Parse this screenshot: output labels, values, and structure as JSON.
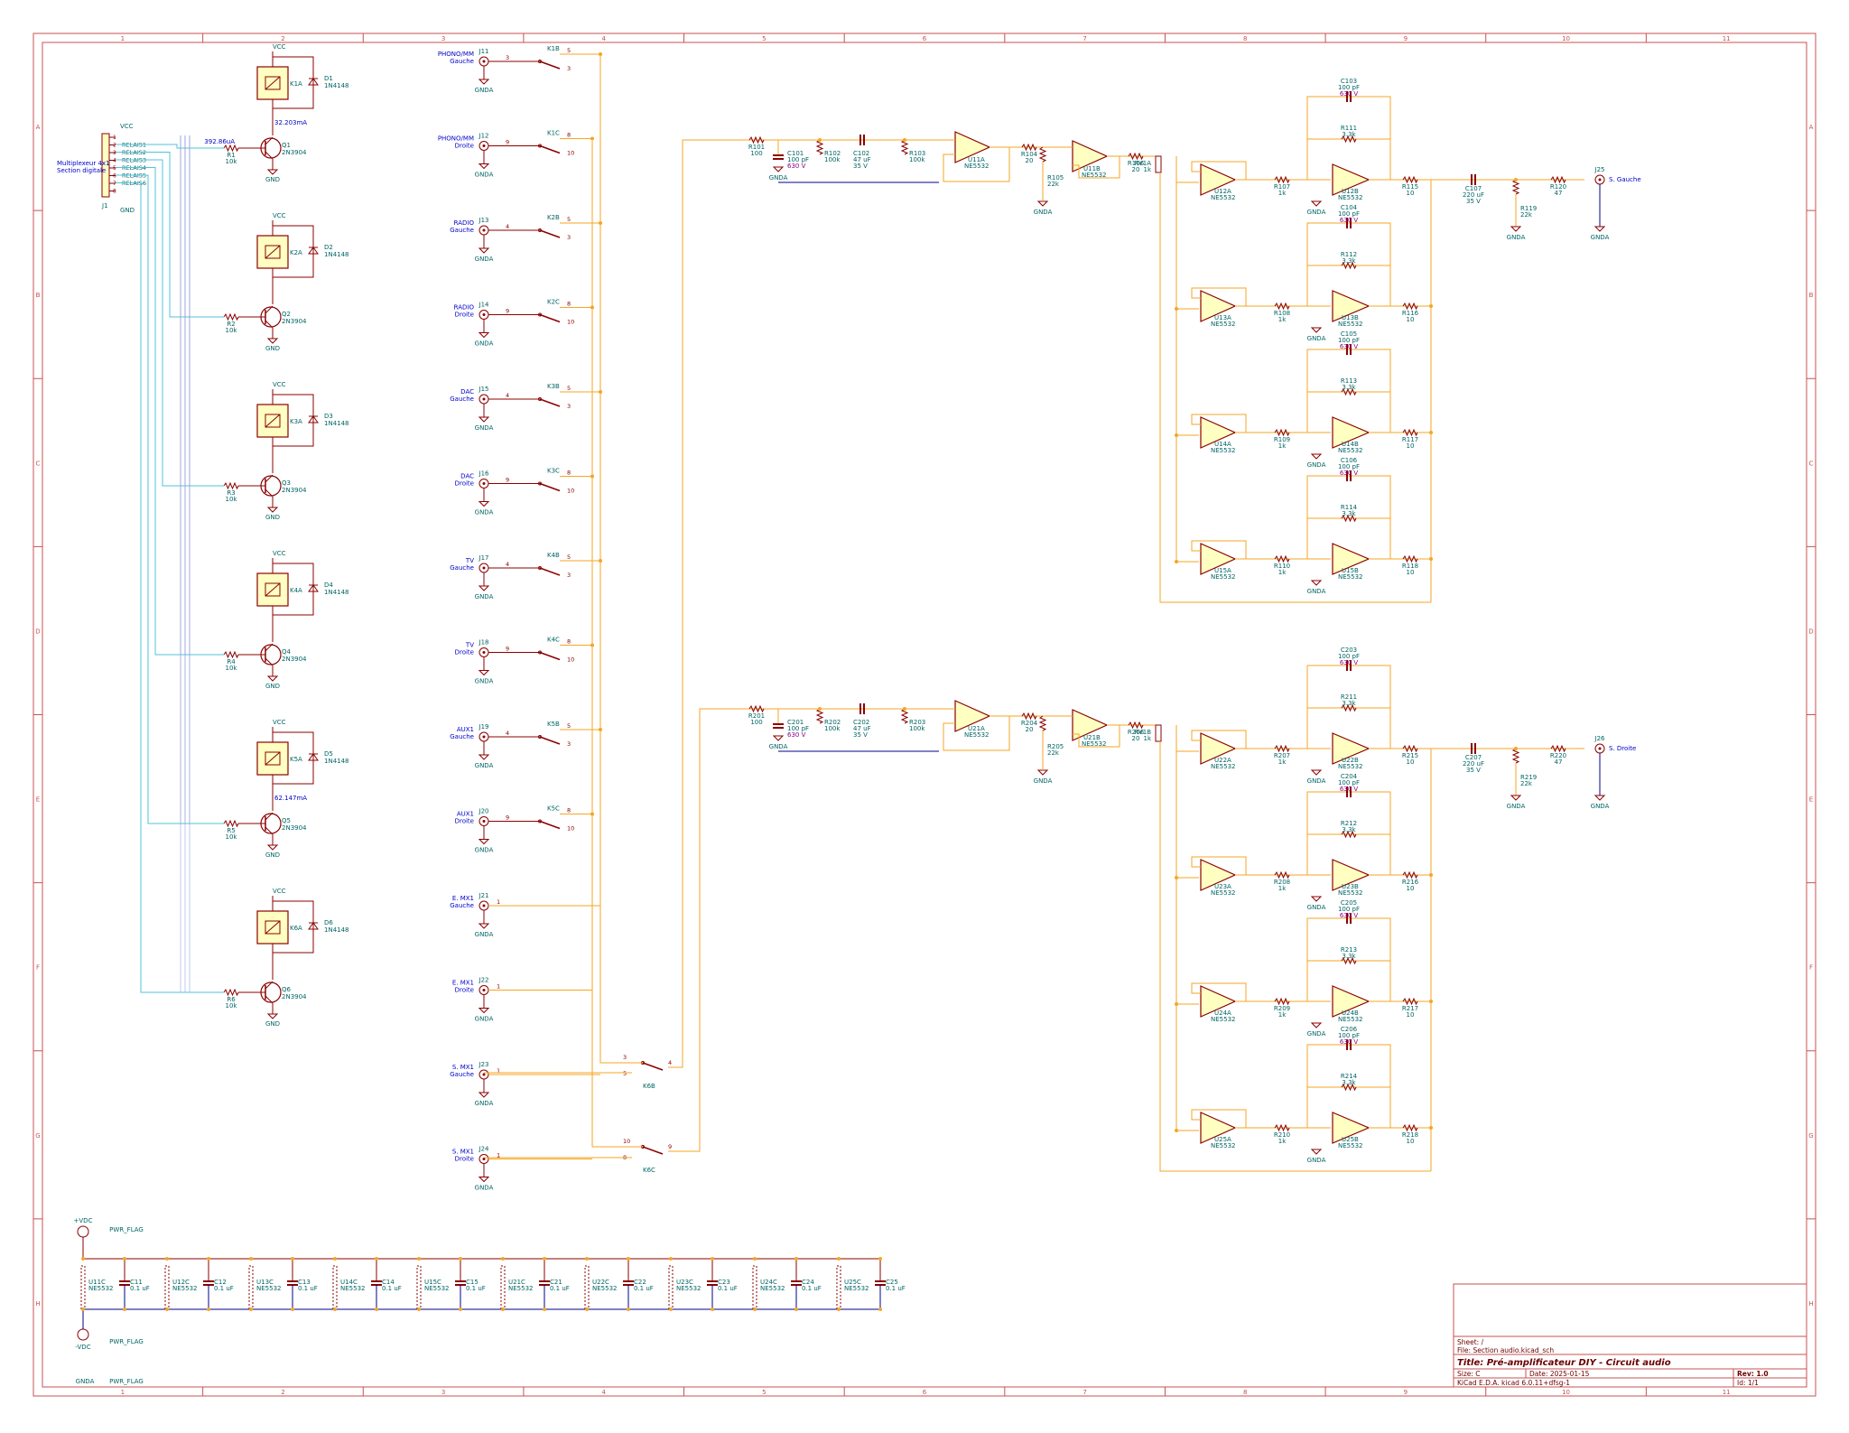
{
  "title_block": {
    "sheet": "Sheet: /",
    "file": "File: Section audio.kicad_sch",
    "title": "Title: Pré-amplificateur DIY - Circuit audio",
    "size": "Size: C",
    "date": "Date: 2025-01-15",
    "rev": "Rev: 1.0",
    "tool": "KiCad E.D.A.  kicad 6.0.11+dfsg-1",
    "id": "Id: 1/1"
  },
  "border": {
    "columns": [
      "1",
      "2",
      "3",
      "4",
      "5",
      "6",
      "7",
      "8",
      "9",
      "10",
      "11"
    ],
    "rows": [
      "A",
      "B",
      "C",
      "D",
      "E",
      "F",
      "G",
      "H"
    ]
  },
  "connector": {
    "title": "Multiplexeur 4x1",
    "subtitle": "Section digitale",
    "ref": "J1",
    "vcc": "VCC",
    "gnd": "GND",
    "pins": [
      {
        "num": "1",
        "name": ""
      },
      {
        "num": "2",
        "name": "RELAIS1"
      },
      {
        "num": "3",
        "name": "RELAIS2"
      },
      {
        "num": "4",
        "name": "RELAIS3"
      },
      {
        "num": "5",
        "name": "RELAIS4"
      },
      {
        "num": "6",
        "name": "RELAIS5"
      },
      {
        "num": "7",
        "name": "RELAIS6"
      },
      {
        "num": "8",
        "name": ""
      }
    ]
  },
  "relay_drivers": [
    {
      "relay": "K1A",
      "diode": "D1",
      "diode_val": "1N4148",
      "res": "R1",
      "res_val": "10k",
      "tr": "Q1",
      "tr_val": "2N3904",
      "vcc": "VCC",
      "gnd": "GND",
      "probe_a": "392.86uA",
      "probe_b": "32.203mA"
    },
    {
      "relay": "K2A",
      "diode": "D2",
      "diode_val": "1N4148",
      "res": "R2",
      "res_val": "10k",
      "tr": "Q2",
      "tr_val": "2N3904",
      "vcc": "VCC",
      "gnd": "GND",
      "probe_a": "",
      "probe_b": ""
    },
    {
      "relay": "K3A",
      "diode": "D3",
      "diode_val": "1N4148",
      "res": "R3",
      "res_val": "10k",
      "tr": "Q3",
      "tr_val": "2N3904",
      "vcc": "VCC",
      "gnd": "GND",
      "probe_a": "",
      "probe_b": ""
    },
    {
      "relay": "K4A",
      "diode": "D4",
      "diode_val": "1N4148",
      "res": "R4",
      "res_val": "10k",
      "tr": "Q4",
      "tr_val": "2N3904",
      "vcc": "VCC",
      "gnd": "GND",
      "probe_a": "",
      "probe_b": ""
    },
    {
      "relay": "K5A",
      "diode": "D5",
      "diode_val": "1N4148",
      "res": "R5",
      "res_val": "10k",
      "tr": "Q5",
      "tr_val": "2N3904",
      "vcc": "VCC",
      "gnd": "GND",
      "probe_a": "",
      "probe_b": "62.147mA"
    },
    {
      "relay": "K6A",
      "diode": "D6",
      "diode_val": "1N4148",
      "res": "R6",
      "res_val": "10k",
      "tr": "Q6",
      "tr_val": "2N3904",
      "vcc": "VCC",
      "gnd": "GND",
      "probe_a": "",
      "probe_b": ""
    }
  ],
  "inputs": [
    {
      "jack": "J11",
      "name1": "PHONO/MM",
      "name2": "Gauche",
      "sw": "K1B",
      "pa": "3",
      "pb": "5",
      "pc": "3",
      "gnd": "GNDA"
    },
    {
      "jack": "J12",
      "name1": "PHONO/MM",
      "name2": "Droite",
      "sw": "K1C",
      "pa": "9",
      "pb": "8",
      "pc": "10",
      "gnd": "GNDA"
    },
    {
      "jack": "J13",
      "name1": "RADIO",
      "name2": "Gauche",
      "sw": "K2B",
      "pa": "4",
      "pb": "5",
      "pc": "3",
      "gnd": "GNDA"
    },
    {
      "jack": "J14",
      "name1": "RADIO",
      "name2": "Droite",
      "sw": "K2C",
      "pa": "9",
      "pb": "8",
      "pc": "10",
      "gnd": "GNDA"
    },
    {
      "jack": "J15",
      "name1": "DAC",
      "name2": "Gauche",
      "sw": "K3B",
      "pa": "4",
      "pb": "5",
      "pc": "3",
      "gnd": "GNDA"
    },
    {
      "jack": "J16",
      "name1": "DAC",
      "name2": "Droite",
      "sw": "K3C",
      "pa": "9",
      "pb": "8",
      "pc": "10",
      "gnd": "GNDA"
    },
    {
      "jack": "J17",
      "name1": "TV",
      "name2": "Gauche",
      "sw": "K4B",
      "pa": "4",
      "pb": "5",
      "pc": "3",
      "gnd": "GNDA"
    },
    {
      "jack": "J18",
      "name1": "TV",
      "name2": "Droite",
      "sw": "K4C",
      "pa": "9",
      "pb": "8",
      "pc": "10",
      "gnd": "GNDA"
    },
    {
      "jack": "J19",
      "name1": "AUX1",
      "name2": "Gauche",
      "sw": "K5B",
      "pa": "4",
      "pb": "5",
      "pc": "3",
      "gnd": "GNDA"
    },
    {
      "jack": "J20",
      "name1": "AUX1",
      "name2": "Droite",
      "sw": "K5C",
      "pa": "9",
      "pb": "8",
      "pc": "10",
      "gnd": "GNDA"
    },
    {
      "jack": "J21",
      "name1": "E. MX1",
      "name2": "Gauche",
      "sw": "",
      "pa": "",
      "pb": "",
      "pc": "",
      "gnd": "GNDA"
    },
    {
      "jack": "J22",
      "name1": "E. MX1",
      "name2": "Droite",
      "sw": "",
      "pa": "",
      "pb": "",
      "pc": "",
      "gnd": "GNDA"
    },
    {
      "jack": "J23",
      "name1": "S. MX1",
      "name2": "Gauche",
      "sw": "",
      "pa": "",
      "pb": "",
      "pc": "",
      "gnd": "GNDA"
    },
    {
      "jack": "J24",
      "name1": "S. MX1",
      "name2": "Droite",
      "sw": "",
      "pa": "",
      "pb": "",
      "pc": "",
      "gnd": "GNDA"
    }
  ],
  "mux_switches": [
    {
      "ref": "K6B",
      "p1": "3",
      "p2": "5",
      "p3": "4"
    },
    {
      "ref": "K6C",
      "p1": "10",
      "p2": "8",
      "p3": "9"
    }
  ],
  "channels": [
    {
      "r_in": "R101",
      "r_in_val": "100",
      "c_in": "C101",
      "c_in_val": "100 pF",
      "c_in_v": "630 V",
      "r_bias": "R102",
      "r_bias_val": "100k",
      "c_cpl": "C102",
      "c_cpl_val": "47 uF",
      "c_cpl_v": "35 V",
      "r_ld": "R103",
      "r_ld_val": "100k",
      "buf1": "U11A",
      "buf_part": "NE5532",
      "r_g1": "R104",
      "r_g1_val": "20",
      "r_g2": "R105",
      "r_g2_val": "22k",
      "amp": "U11B",
      "r_o": "R106",
      "r_o_val": "20",
      "pot": "RV1A",
      "pot_val": "1k",
      "gnd": "GNDA",
      "branches": [
        {
          "buf": "U12A",
          "inv": "U12B",
          "r_a": "R107",
          "r_a_val": "1k",
          "r_f": "R111",
          "r_f_val": "3.3k",
          "c_f": "C103",
          "c_f_val": "100 pF",
          "c_f_v": "630 V",
          "r_o": "R115",
          "r_o_val": "10"
        },
        {
          "buf": "U13A",
          "inv": "U13B",
          "r_a": "R108",
          "r_a_val": "1k",
          "r_f": "R112",
          "r_f_val": "3.3k",
          "c_f": "C104",
          "c_f_val": "100 pF",
          "c_f_v": "630 V",
          "r_o": "R116",
          "r_o_val": "10"
        },
        {
          "buf": "U14A",
          "inv": "U14B",
          "r_a": "R109",
          "r_a_val": "1k",
          "r_f": "R113",
          "r_f_val": "3.3k",
          "c_f": "C105",
          "c_f_val": "100 pF",
          "c_f_v": "630 V",
          "r_o": "R117",
          "r_o_val": "10"
        },
        {
          "buf": "U15A",
          "inv": "U15B",
          "r_a": "R110",
          "r_a_val": "1k",
          "r_f": "R114",
          "r_f_val": "3.3k",
          "c_f": "C106",
          "c_f_val": "100 pF",
          "c_f_v": "630 V",
          "r_o": "R118",
          "r_o_val": "10"
        }
      ],
      "c_out": "C107",
      "c_out_val": "220 uF",
      "c_out_v": "35 V",
      "r_out": "R120",
      "r_out_val": "47",
      "r_pd": "R119",
      "r_pd_val": "22k",
      "jack": "J25",
      "jack_label": "S. Gauche"
    },
    {
      "r_in": "R201",
      "r_in_val": "100",
      "c_in": "C201",
      "c_in_val": "100 pF",
      "c_in_v": "630 V",
      "r_bias": "R202",
      "r_bias_val": "100k",
      "c_cpl": "C202",
      "c_cpl_val": "47 uF",
      "c_cpl_v": "35 V",
      "r_ld": "R203",
      "r_ld_val": "100k",
      "buf1": "U21A",
      "buf_part": "NE5532",
      "r_g1": "R204",
      "r_g1_val": "20",
      "r_g2": "R205",
      "r_g2_val": "22k",
      "amp": "U21B",
      "r_o": "R206",
      "r_o_val": "20",
      "pot": "RV1B",
      "pot_val": "1k",
      "gnd": "GNDA",
      "branches": [
        {
          "buf": "U22A",
          "inv": "U22B",
          "r_a": "R207",
          "r_a_val": "1k",
          "r_f": "R211",
          "r_f_val": "3.3k",
          "c_f": "C203",
          "c_f_val": "100 pF",
          "c_f_v": "630 V",
          "r_o": "R215",
          "r_o_val": "10"
        },
        {
          "buf": "U23A",
          "inv": "U23B",
          "r_a": "R208",
          "r_a_val": "1k",
          "r_f": "R212",
          "r_f_val": "3.3k",
          "c_f": "C204",
          "c_f_val": "100 pF",
          "c_f_v": "630 V",
          "r_o": "R216",
          "r_o_val": "10"
        },
        {
          "buf": "U24A",
          "inv": "U24B",
          "r_a": "R209",
          "r_a_val": "1k",
          "r_f": "R213",
          "r_f_val": "3.3k",
          "c_f": "C205",
          "c_f_val": "100 pF",
          "c_f_v": "630 V",
          "r_o": "R217",
          "r_o_val": "10"
        },
        {
          "buf": "U25A",
          "inv": "U25B",
          "r_a": "R210",
          "r_a_val": "1k",
          "r_f": "R214",
          "r_f_val": "3.3k",
          "c_f": "C206",
          "c_f_val": "100 pF",
          "c_f_v": "630 V",
          "r_o": "R218",
          "r_o_val": "10"
        }
      ],
      "c_out": "C207",
      "c_out_val": "220 uF",
      "c_out_v": "35 V",
      "r_out": "R220",
      "r_out_val": "47",
      "r_pd": "R219",
      "r_pd_val": "22k",
      "jack": "J26",
      "jack_label": "S. Droite"
    }
  ],
  "power": {
    "vpos": "+VDC",
    "vneg": "-VDC",
    "flag": "PWR_FLAG",
    "gnda": "GNDA",
    "units": [
      {
        "u": "U11C",
        "c": "C11"
      },
      {
        "u": "U12C",
        "c": "C12"
      },
      {
        "u": "U13C",
        "c": "C13"
      },
      {
        "u": "U14C",
        "c": "C14"
      },
      {
        "u": "U15C",
        "c": "C15"
      },
      {
        "u": "U21C",
        "c": "C21"
      },
      {
        "u": "U22C",
        "c": "C22"
      },
      {
        "u": "U23C",
        "c": "C23"
      },
      {
        "u": "U24C",
        "c": "C24"
      },
      {
        "u": "U25C",
        "c": "C25"
      }
    ],
    "u_part": "NE5532",
    "c_val": "0.1 uF"
  },
  "colors": {
    "wire": "#f5a623",
    "wire_blue": "#00008b",
    "wire_cyan": "#4fc3d9",
    "component": "#8b0000",
    "body_fill": "#ffffc2",
    "ref_text": "#006464",
    "name_text": "#0000c8",
    "border": "#c85050",
    "ground": "#8b0000"
  }
}
